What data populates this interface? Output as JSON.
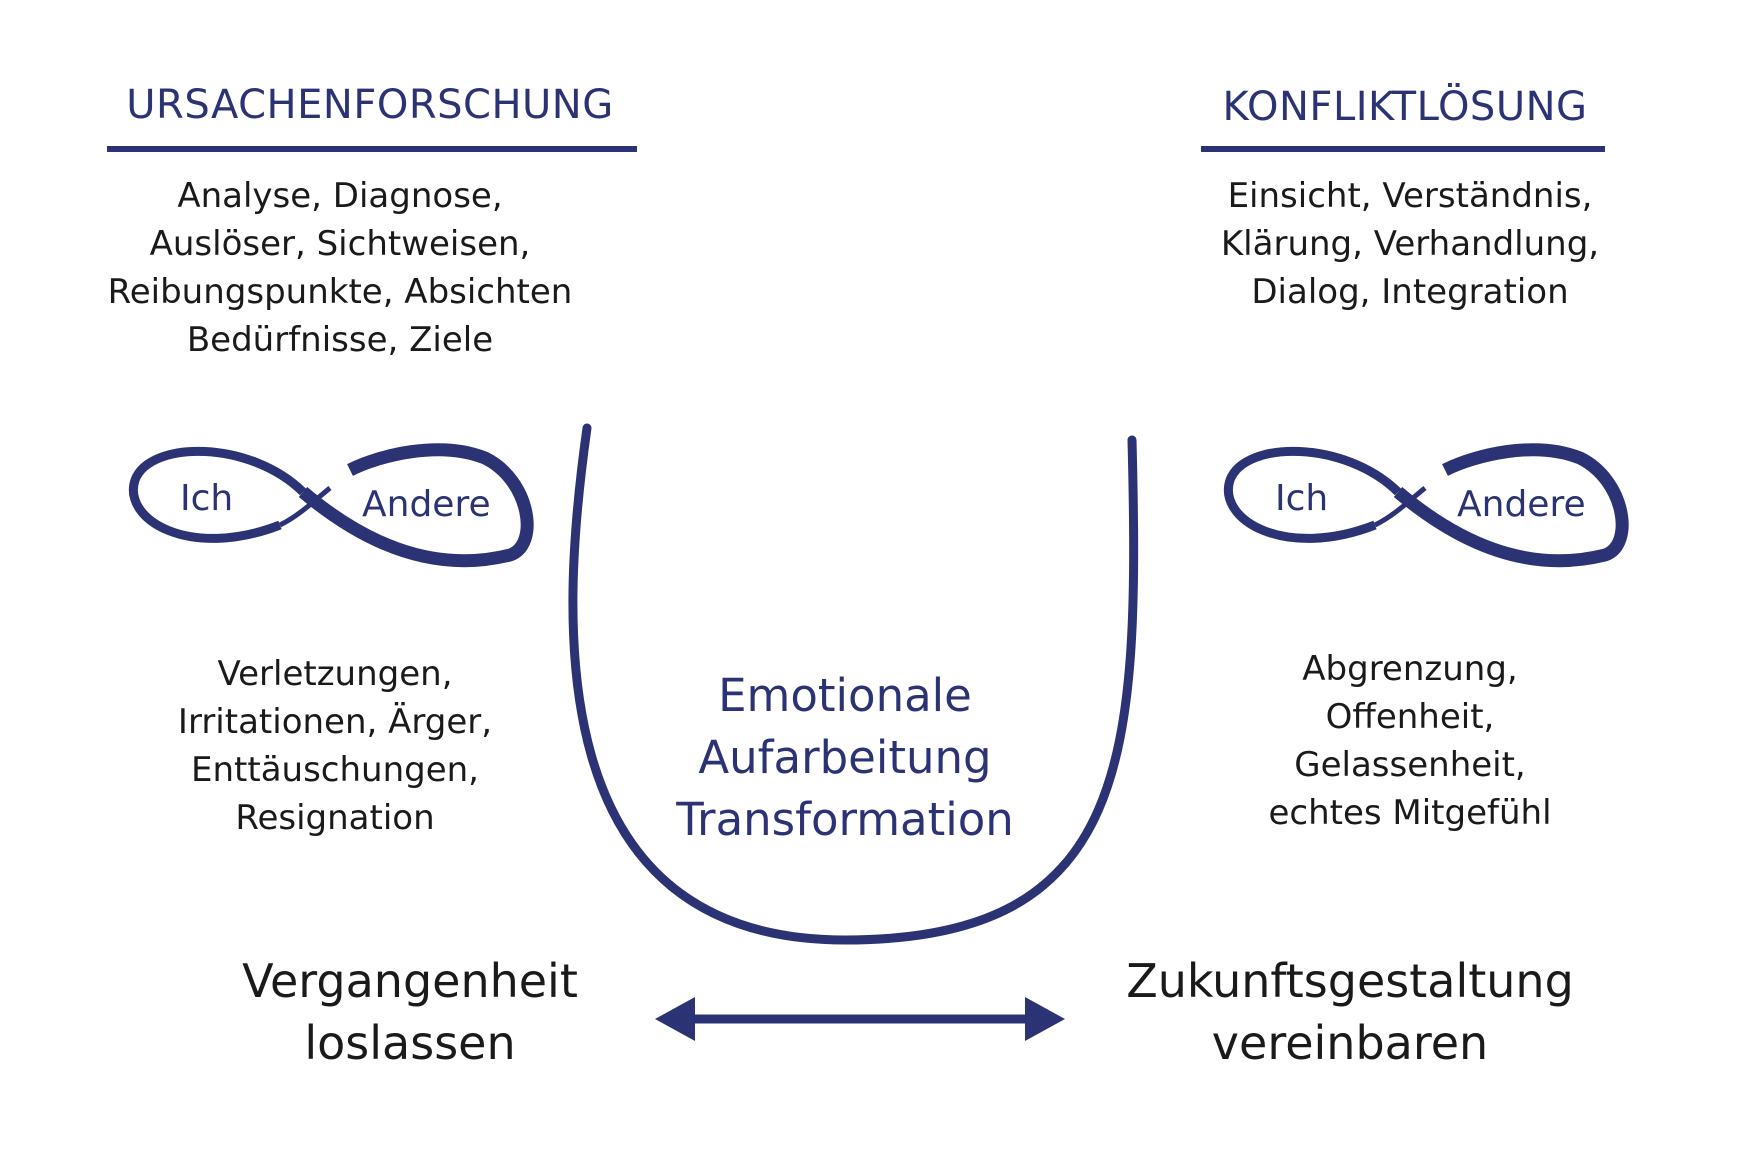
{
  "left_column": {
    "heading": "URSACHENFORSCHUNG",
    "analysis_lines": [
      "Analyse, Diagnose,",
      "Auslöser, Sichtweisen,",
      "Reibungspunkte, Absichten",
      "Bedürfnisse, Ziele"
    ],
    "infinity": {
      "left_label": "Ich",
      "right_label": "Andere"
    },
    "emotion_lines": [
      "Verletzungen,",
      "Irritationen, Ärger,",
      "Enttäuschungen,",
      "Resignation"
    ],
    "bottom_lines": [
      "Vergangenheit",
      "loslassen"
    ]
  },
  "right_column": {
    "heading": "KONFLIKTLÖSUNG",
    "analysis_lines": [
      "Einsicht, Verständnis,",
      "Klärung, Verhandlung,",
      "Dialog, Integration"
    ],
    "infinity": {
      "left_label": "Ich",
      "right_label": "Andere"
    },
    "emotion_lines": [
      "Abgrenzung,",
      "Offenheit,",
      "Gelassenheit,",
      "echtes Mitgefühl"
    ],
    "bottom_lines": [
      "Zukunftsgestaltung",
      "vereinbaren"
    ]
  },
  "center": {
    "lines": [
      "Emotionale",
      "Aufarbeitung",
      "Transformation"
    ]
  },
  "colors": {
    "accent": "#2b3375",
    "text": "#1a1a1a",
    "background": "#ffffff"
  }
}
